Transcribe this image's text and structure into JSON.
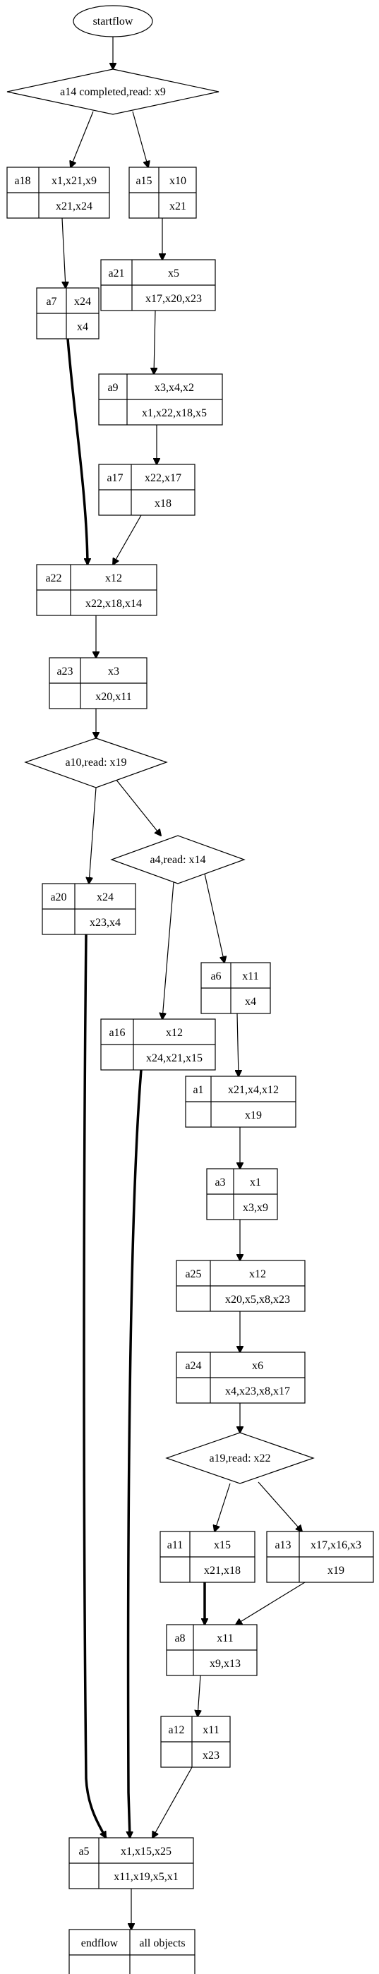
{
  "start": "startflow",
  "decisions": {
    "d14": "a14 completed,read: x9",
    "d10": "a10,read: x19",
    "d4": "a4,read: x14",
    "d19": "a19,read: x22"
  },
  "nodes": {
    "a18": {
      "name": "a18",
      "top": "x1,x21,x9",
      "bottom": "x21,x24"
    },
    "a15": {
      "name": "a15",
      "top": "x10",
      "bottom": "x21"
    },
    "a21": {
      "name": "a21",
      "top": "x5",
      "bottom": "x17,x20,x23"
    },
    "a7": {
      "name": "a7",
      "top": "x24",
      "bottom": "x4"
    },
    "a9": {
      "name": "a9",
      "top": "x3,x4,x2",
      "bottom": "x1,x22,x18,x5"
    },
    "a17": {
      "name": "a17",
      "top": "x22,x17",
      "bottom": "x18"
    },
    "a22": {
      "name": "a22",
      "top": "x12",
      "bottom": "x22,x18,x14"
    },
    "a23": {
      "name": "a23",
      "top": "x3",
      "bottom": "x20,x11"
    },
    "a20": {
      "name": "a20",
      "top": "x24",
      "bottom": "x23,x4"
    },
    "a6": {
      "name": "a6",
      "top": "x11",
      "bottom": "x4"
    },
    "a16": {
      "name": "a16",
      "top": "x12",
      "bottom": "x24,x21,x15"
    },
    "a1": {
      "name": "a1",
      "top": "x21,x4,x12",
      "bottom": "x19"
    },
    "a3": {
      "name": "a3",
      "top": "x1",
      "bottom": "x3,x9"
    },
    "a25": {
      "name": "a25",
      "top": "x12",
      "bottom": "x20,x5,x8,x23"
    },
    "a24": {
      "name": "a24",
      "top": "x6",
      "bottom": "x4,x23,x8,x17"
    },
    "a11": {
      "name": "a11",
      "top": "x15",
      "bottom": "x21,x18"
    },
    "a13": {
      "name": "a13",
      "top": "x17,x16,x3",
      "bottom": "x19"
    },
    "a8": {
      "name": "a8",
      "top": "x11",
      "bottom": "x9,x13"
    },
    "a12": {
      "name": "a12",
      "top": "x11",
      "bottom": "x23"
    },
    "a5": {
      "name": "a5",
      "top": "x1,x15,x25",
      "bottom": "x11,x19,x5,x1"
    }
  },
  "end": {
    "name": "endflow",
    "label": "all objects"
  }
}
